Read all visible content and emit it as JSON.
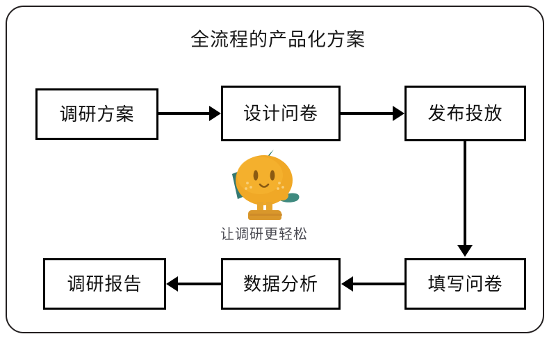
{
  "diagram": {
    "title": "全流程的产品化方案",
    "frame_color": "#231f20",
    "node_border_color": "#000000",
    "arrow_color": "#000000",
    "nodes": [
      {
        "id": "research-plan",
        "label": "调研方案"
      },
      {
        "id": "design-survey",
        "label": "设计问卷"
      },
      {
        "id": "publish",
        "label": "发布投放"
      },
      {
        "id": "fill-survey",
        "label": "填写问卷"
      },
      {
        "id": "data-analysis",
        "label": "数据分析"
      },
      {
        "id": "report",
        "label": "调研报告"
      }
    ],
    "arrows": [
      {
        "from": "research-plan",
        "to": "design-survey",
        "direction": "right"
      },
      {
        "from": "design-survey",
        "to": "publish",
        "direction": "right"
      },
      {
        "from": "publish",
        "to": "fill-survey",
        "direction": "down"
      },
      {
        "from": "fill-survey",
        "to": "data-analysis",
        "direction": "left"
      },
      {
        "from": "data-analysis",
        "to": "report",
        "direction": "left"
      }
    ]
  },
  "mascot": {
    "name": "orange-mascot",
    "tagline": "让调研更轻松",
    "tagline_color": "#4a4a52",
    "body_color": "#f0a826",
    "body_highlight": "#f7b733",
    "accessory_color": "#3f8a80",
    "accessory_dark": "#2f6f68",
    "leaf_color": "#2f7d71",
    "boot_color": "#d9972b",
    "face_color": "#8a5a12"
  }
}
